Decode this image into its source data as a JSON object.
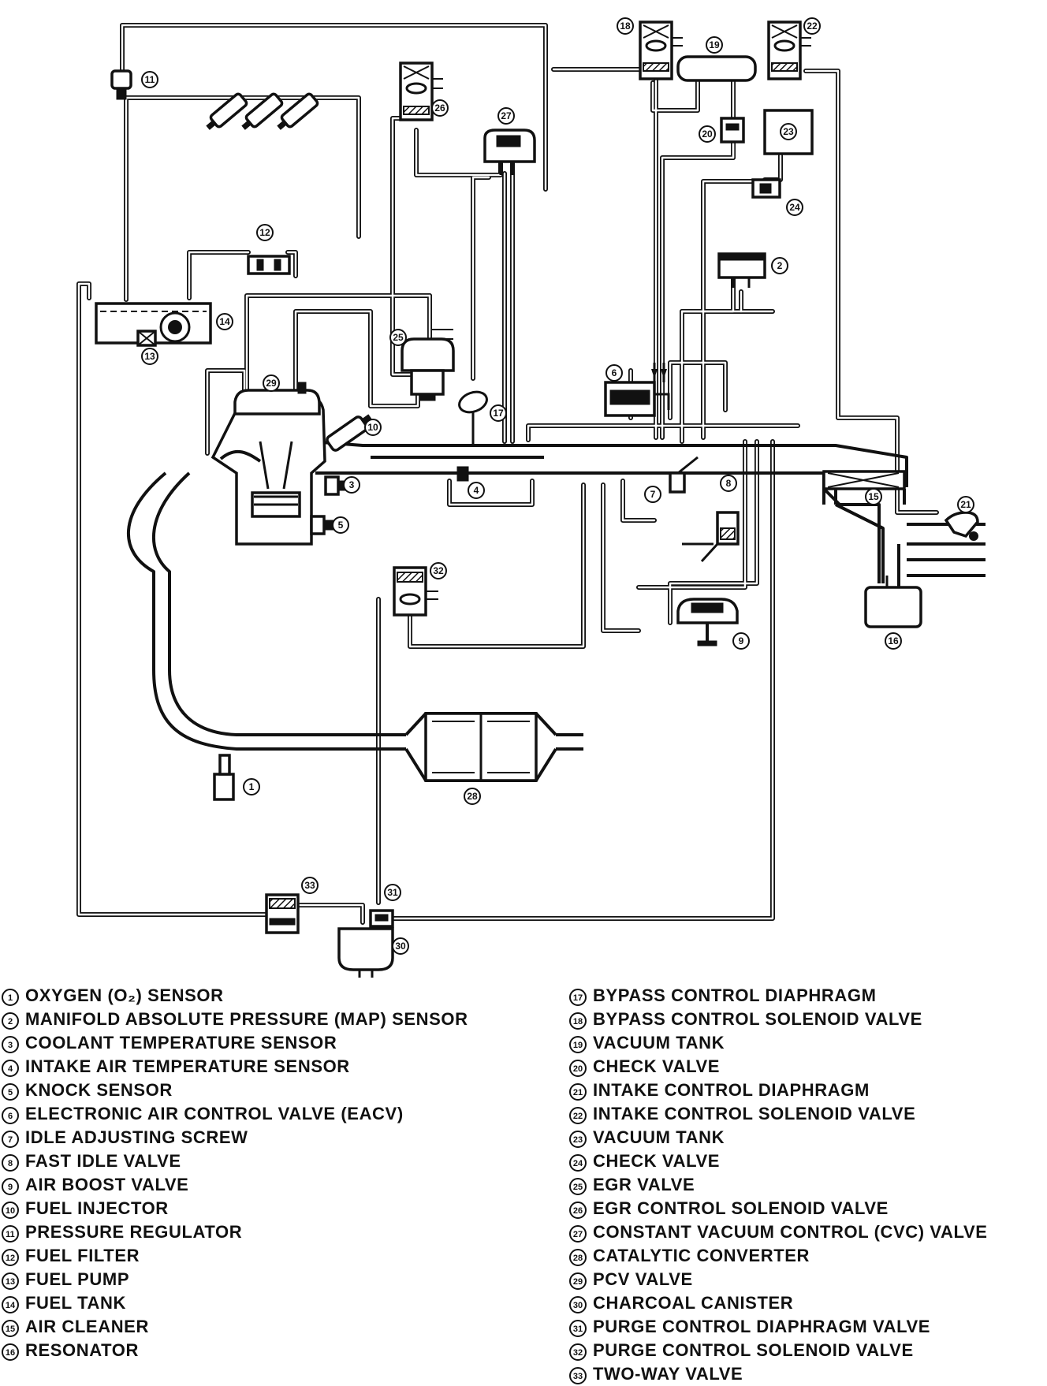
{
  "components": [
    {
      "number": "1",
      "name": "OXYGEN (O₂) SENSOR"
    },
    {
      "number": "2",
      "name": "MANIFOLD ABSOLUTE PRESSURE (MAP) SENSOR"
    },
    {
      "number": "3",
      "name": "COOLANT TEMPERATURE SENSOR"
    },
    {
      "number": "4",
      "name": "INTAKE AIR TEMPERATURE SENSOR"
    },
    {
      "number": "5",
      "name": "KNOCK SENSOR"
    },
    {
      "number": "6",
      "name": "ELECTRONIC AIR CONTROL VALVE (EACV)"
    },
    {
      "number": "7",
      "name": "IDLE ADJUSTING SCREW"
    },
    {
      "number": "8",
      "name": "FAST IDLE VALVE"
    },
    {
      "number": "9",
      "name": "AIR BOOST VALVE"
    },
    {
      "number": "10",
      "name": "FUEL INJECTOR"
    },
    {
      "number": "11",
      "name": "PRESSURE REGULATOR"
    },
    {
      "number": "12",
      "name": "FUEL FILTER"
    },
    {
      "number": "13",
      "name": "FUEL PUMP"
    },
    {
      "number": "14",
      "name": "FUEL TANK"
    },
    {
      "number": "15",
      "name": "AIR CLEANER"
    },
    {
      "number": "16",
      "name": "RESONATOR"
    },
    {
      "number": "17",
      "name": "BYPASS CONTROL DIAPHRAGM"
    },
    {
      "number": "18",
      "name": "BYPASS CONTROL SOLENOID VALVE"
    },
    {
      "number": "19",
      "name": "VACUUM TANK"
    },
    {
      "number": "20",
      "name": "CHECK VALVE"
    },
    {
      "number": "21",
      "name": "INTAKE CONTROL DIAPHRAGM"
    },
    {
      "number": "22",
      "name": "INTAKE CONTROL SOLENOID VALVE"
    },
    {
      "number": "23",
      "name": "VACUUM TANK"
    },
    {
      "number": "24",
      "name": "CHECK VALVE"
    },
    {
      "number": "25",
      "name": "EGR VALVE"
    },
    {
      "number": "26",
      "name": "EGR CONTROL SOLENOID VALVE"
    },
    {
      "number": "27",
      "name": "CONSTANT VACUUM CONTROL (CVC) VALVE"
    },
    {
      "number": "28",
      "name": "CATALYTIC CONVERTER"
    },
    {
      "number": "29",
      "name": "PCV VALVE"
    },
    {
      "number": "30",
      "name": "CHARCOAL CANISTER"
    },
    {
      "number": "31",
      "name": "PURGE CONTROL DIAPHRAGM VALVE"
    },
    {
      "number": "32",
      "name": "PURGE CONTROL SOLENOID VALVE"
    },
    {
      "number": "33",
      "name": "TWO-WAY VALVE"
    }
  ]
}
